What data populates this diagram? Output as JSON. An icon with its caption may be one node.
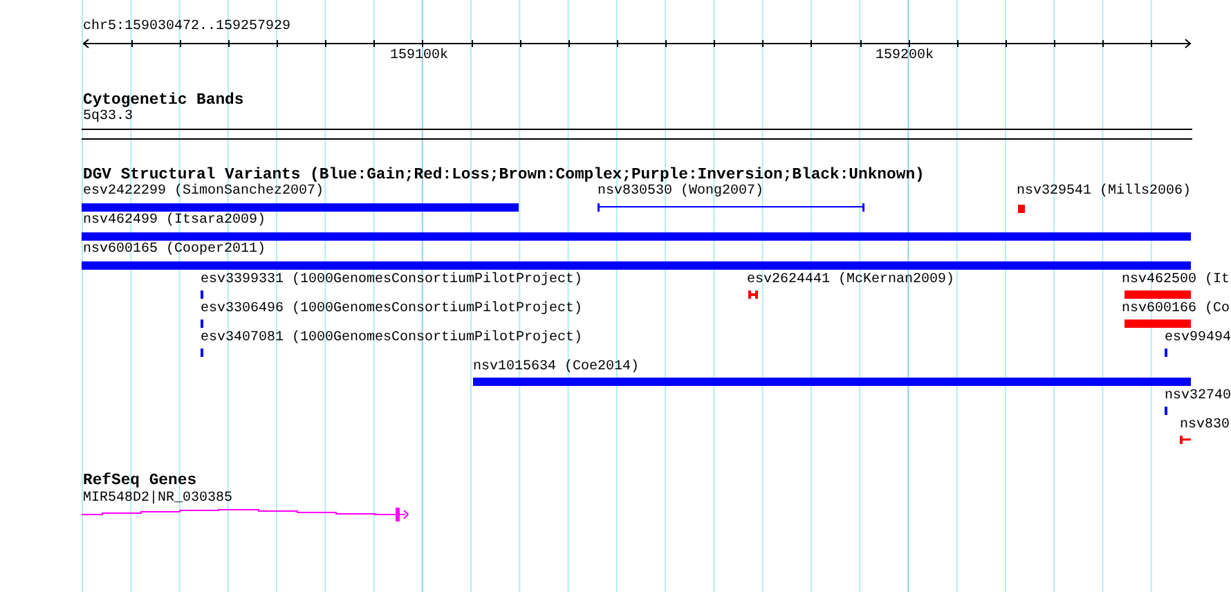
{
  "diagram": {
    "labels": [
      "chr5:159030472..159257929",
      "159100k",
      "159200k",
      "Cytogenetic Bands",
      "5q33.3",
      "DGV Structural Variants (Blue:Gain;Red:Loss;Brown:Complex;Purple:Inversion;Black:Unknown)",
      "esv2422299 (SimonSanchez2007)",
      "nsv830530 (Wong2007)",
      "nsv329541 (Mills2006)",
      "nsv462499 (Itsara2009)",
      "nsv600165 (Cooper2011)",
      "esv3399331 (1000GenomesConsortiumPilotProject)",
      "esv2624441 (McKernan2009)",
      "nsv462500 (It",
      "esv3306496 (1000GenomesConsortiumPilotProject)",
      "nsv600166 (Co",
      "esv3407081 (1000GenomesConsortiumPilotProject)",
      "esv99494",
      "nsv1015634 (Coe2014)",
      "nsv32740",
      "nsv830",
      "RefSeq Genes",
      "MIR548D2|NR_030385"
    ]
  }
}
